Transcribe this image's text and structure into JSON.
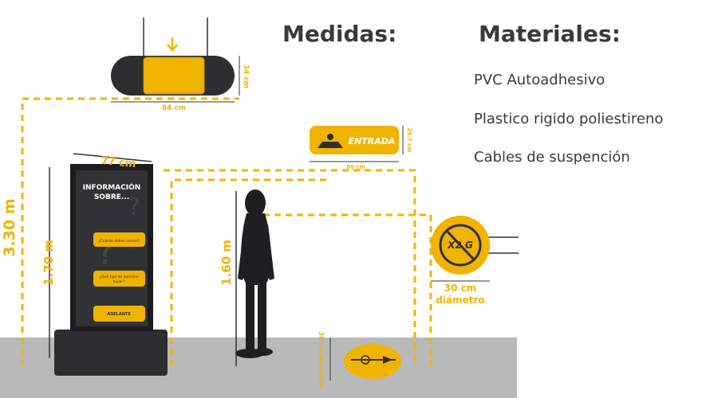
{
  "headings": {
    "measures": "Medidas:",
    "materials": "Materiales:"
  },
  "materials": [
    "PVC Autoadhesivo",
    "Plastico rigido poliestireno",
    "Cables de suspención"
  ],
  "dimensions": {
    "total_height": "3.30 m",
    "kiosk_height": "1.70 m",
    "kiosk_width": "77 cm",
    "person_height": "1.60 m",
    "hanging_sign_width": "84 cm",
    "hanging_sign_height": "34 cm",
    "entrance_sign_width": "80 cm",
    "entrance_sign_height": "29.7 cm",
    "round_sign_diameter_value": "30 cm",
    "round_sign_diameter_label": "diámetro",
    "floor_sign_diameter": "30 cm diámetro"
  },
  "kiosk": {
    "title_line1": "INFORMACIÓN",
    "title_line2": "SOBRE...",
    "button1": "¿Cuánto debes comer?",
    "button2_line1": "¿Qué tipo de ejercicio",
    "button2_line2": "hacer?",
    "button3": "ADELANTE"
  },
  "entrance_sign": {
    "text": "ENTRADA"
  },
  "round_sign": {
    "text": "X2 G"
  },
  "colors": {
    "accent": "#f0b400",
    "dark": "#2e2e30",
    "floor": "#b9b9b9",
    "text": "#3a3a3a"
  }
}
